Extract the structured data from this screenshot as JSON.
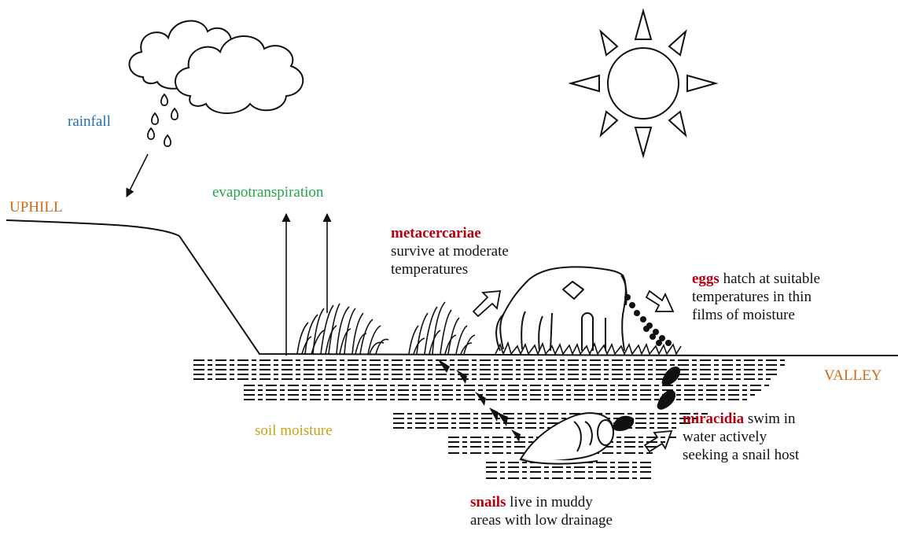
{
  "labels": {
    "rainfall": "rainfall",
    "evapotranspiration": "evapotranspiration",
    "uphill": "UPHILL",
    "valley": "VALLEY",
    "soil_moisture": "soil moisture"
  },
  "stages": {
    "metacercariae": {
      "key": "metacercariae",
      "line1": "survive at moderate",
      "line2": "temperatures"
    },
    "eggs": {
      "key": "eggs",
      "line1_rest": " hatch at suitable",
      "line2": "temperatures in thin",
      "line3": "films of moisture"
    },
    "miracidia": {
      "key": "miracidia",
      "line1_rest": " swim in",
      "line2": "water actively",
      "line3": "seeking a snail host"
    },
    "snails": {
      "key": "snails",
      "line1_rest": " live in muddy",
      "line2": "areas with low drainage"
    }
  },
  "colors": {
    "rainfall": "#1f6fb5",
    "evapotranspiration": "#22a64a",
    "uphill_valley": "#cc6b1b",
    "soil_moisture": "#c9a21a",
    "stage_keyword": "#b3000f"
  },
  "icons": [
    "cloud-icon",
    "sun-icon",
    "raindrop-icon",
    "cow-icon",
    "snail-icon",
    "grass-icon",
    "soil-layers-icon"
  ]
}
